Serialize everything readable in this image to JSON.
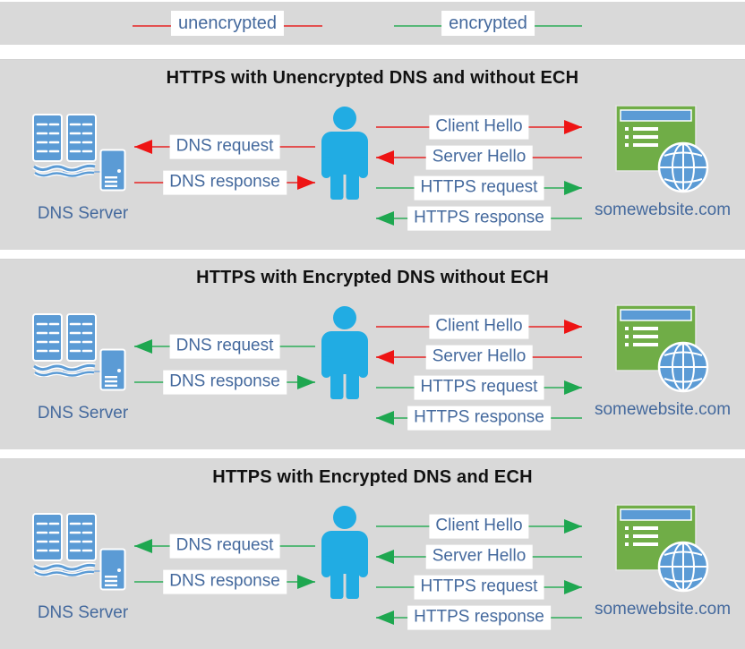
{
  "colors": {
    "page_bg": "#ffffff",
    "panel_bg": "#d9d9d9",
    "unencrypted_line": "#e35050",
    "unencrypted_head": "#ee1414",
    "encrypted_line": "#57b878",
    "encrypted_head": "#1ea750",
    "label_text": "#44699d",
    "title_text": "#111111",
    "person_blue": "#21ace3",
    "icon_blue": "#5b9bd5",
    "website_green": "#70ad47",
    "connector_blue": "#8fb4dc"
  },
  "legend": {
    "unencrypted_label": "unencrypted",
    "encrypted_label": "encrypted"
  },
  "panels": [
    {
      "title": "HTTPS with Unencrypted DNS and without ECH",
      "dns_server_label": "DNS Server",
      "website_label": "somewebsite.com",
      "dns_arrows": [
        {
          "label": "DNS request",
          "direction": "left",
          "encrypted": false
        },
        {
          "label": "DNS response",
          "direction": "right",
          "encrypted": false
        }
      ],
      "https_arrows": [
        {
          "label": "Client Hello",
          "direction": "right",
          "encrypted": false
        },
        {
          "label": "Server Hello",
          "direction": "left",
          "encrypted": false
        },
        {
          "label": "HTTPS request",
          "direction": "right",
          "encrypted": true
        },
        {
          "label": "HTTPS response",
          "direction": "left",
          "encrypted": true
        }
      ]
    },
    {
      "title": "HTTPS with Encrypted DNS without ECH",
      "dns_server_label": "DNS Server",
      "website_label": "somewebsite.com",
      "dns_arrows": [
        {
          "label": "DNS request",
          "direction": "left",
          "encrypted": true
        },
        {
          "label": "DNS response",
          "direction": "right",
          "encrypted": true
        }
      ],
      "https_arrows": [
        {
          "label": "Client Hello",
          "direction": "right",
          "encrypted": false
        },
        {
          "label": "Server Hello",
          "direction": "left",
          "encrypted": false
        },
        {
          "label": "HTTPS request",
          "direction": "right",
          "encrypted": true
        },
        {
          "label": "HTTPS response",
          "direction": "left",
          "encrypted": true
        }
      ]
    },
    {
      "title": "HTTPS with Encrypted DNS and ECH",
      "dns_server_label": "DNS Server",
      "website_label": "somewebsite.com",
      "dns_arrows": [
        {
          "label": "DNS request",
          "direction": "left",
          "encrypted": true
        },
        {
          "label": "DNS response",
          "direction": "right",
          "encrypted": true
        }
      ],
      "https_arrows": [
        {
          "label": "Client Hello",
          "direction": "right",
          "encrypted": true
        },
        {
          "label": "Server Hello",
          "direction": "left",
          "encrypted": true
        },
        {
          "label": "HTTPS request",
          "direction": "right",
          "encrypted": true
        },
        {
          "label": "HTTPS response",
          "direction": "left",
          "encrypted": true
        }
      ]
    }
  ]
}
